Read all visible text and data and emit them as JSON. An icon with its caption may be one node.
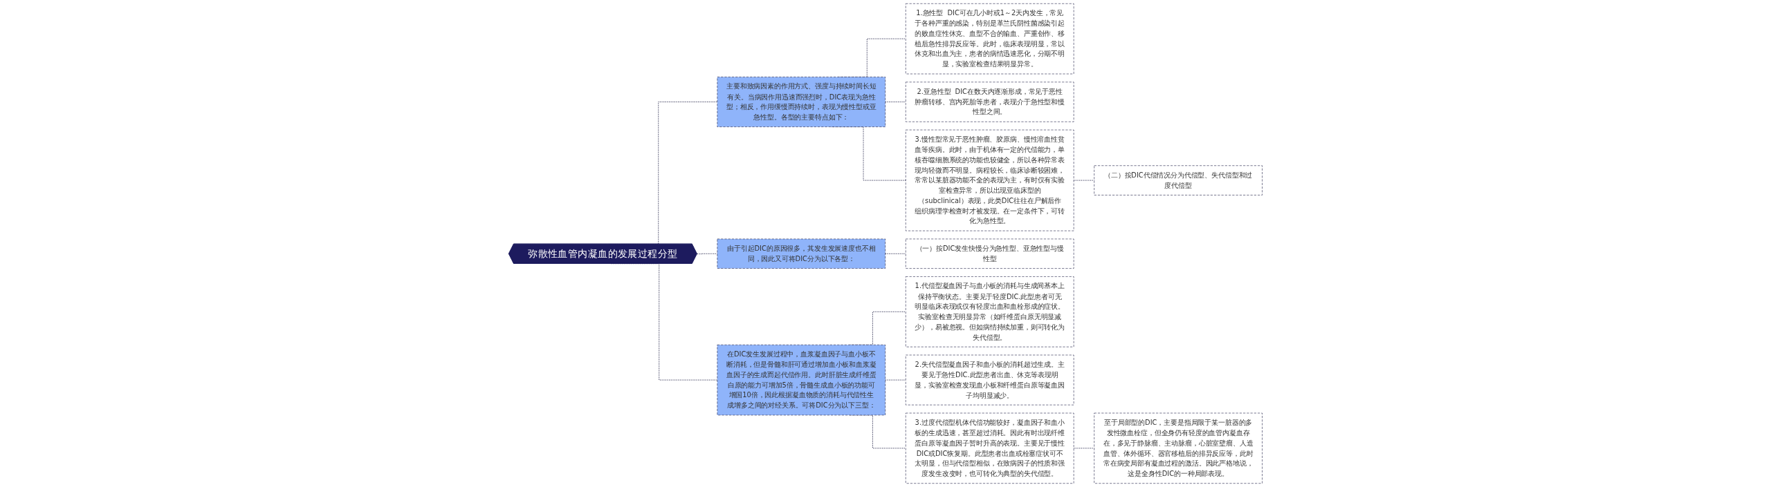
{
  "diagram": {
    "nodes": [
      {
        "text": [
          "弥散性血管内凝血的发展过程分型"
        ]
      },
      {
        "text": [
          "主要和致病因素的作用方式、强度与持续时间长短有关。当病因作用迅速而强烈时，DIC表现为急性型；相反，作用缓慢而持续时，表现为慢性型或亚急性型。各型的主要特点如下："
        ]
      },
      {
        "text": [
          "1.急性型  DIC可在几小时或1～2天内发生，常见于各种严重的感染，特别是革兰氏阴性菌感染引起的败血症性休克、血型不合的输血、严重创作、移植后急性排异反应等。此时，临床表现明显，常以休克和出血为主，患者的病情迅速恶化，分期不明显，实验室检查结果明显异常。"
        ]
      },
      {
        "text": [
          "2.亚急性型  DIC在数天内逐渐形成，常见于恶性肿瘤转移、宫内死胎等患者，表现介于急性型和慢性型之间。"
        ]
      },
      {
        "text": [
          "3.慢性型常见于恶性肿瘤、胶原病、慢性溶血性贫血等疾病。此时，由于机体有一定的代偿能力，单核吞噬细胞系统的功能也较健全，所以各种异常表现均轻微而不明显。病程较长，临床诊断较困难，常常以某脏器功能不全的表现为主，有时仅有实验室检查异常，所以出现亚临床型的（subclinical）表现，此类DIC往往在尸解后作组织病理学检查时才被发现。在一定条件下，可转化为急性型。"
        ]
      },
      {
        "text": [
          "（二）按DIC代偿情况分为代偿型、失代偿型和过度代偿型"
        ]
      },
      {
        "text": [
          "由于引起DIC的原因很多，其发生发展速度也不相同，因此又可将DIC分为以下各型："
        ]
      },
      {
        "text": [
          "（一）按DIC发生快慢分为急性型、亚急性型与慢性型"
        ]
      },
      {
        "text": [
          "在DIC发生发展过程中，血浆凝血因子与血小板不断消耗，但是骨髓和肝可通过增加血小板和血浆凝血因子的生成而起代偿作用。此时肝脏生成纤维蛋白原的能力可增加5倍，骨髓生成血小板的功能可增国10倍，因此根据凝血物质的消耗与代偿性生成增多之间的对经关系。可将DIC分为以下三型："
        ]
      },
      {
        "text": [
          "1.代偿型凝血因子与血小板的消耗与生成间基本上保持平衡状态。主要见于轻度DIC.此型患者可无明显临床表现或仅有轻度出血和血栓形成的症状。实验室检查无明显异常（如纤维蛋白原无明显减少），易被忽视。但如病情持续加重，则可转化为失代偿型。"
        ]
      },
      {
        "text": [
          "2.失代偿型凝血因子和血小板的消耗超过生成。主要见于急性DIC.此型患者出血、休克等表现明显，实验室检查发现血小板和纤维蛋白原等凝血因子均明显减少。"
        ]
      },
      {
        "text": [
          "3.过度代偿型机体代偿功能较好，凝血因子和血小板的生成迅速，甚至超过消耗。因此有时出现纤维蛋白原等凝血因子暂时升高的表现。主要见于慢性DIC或DIC恢复期。此型患者出血或栓塞症状可不太明显，但与代偿型相似，在致病因子的性质和强度发生改变时，也可转化为典型的失代偿型。"
        ]
      },
      {
        "text": [
          "至于局部型的DIC，主要是指局限于某一脏器的多发性微血栓症，但全身仍有轻度的血管内凝血存在，多见于静脉瘤、主动脉瘤，心脏室壁瘤、人造血管、体外循环、器官移植后的排异反应等，此时常在病变局部有凝血过程的激活。因此严格地说，这是全身性DIC的一种局部表现。"
        ]
      }
    ],
    "edges": [
      {
        "from": 0,
        "to": 1,
        "arrow": "none",
        "style": "dashed"
      },
      {
        "from": 1,
        "to": 2,
        "arrow": "none",
        "style": "dashed"
      },
      {
        "from": 1,
        "to": 3,
        "arrow": "none",
        "style": "dashed"
      },
      {
        "from": 1,
        "to": 4,
        "arrow": "none",
        "style": "dashed"
      },
      {
        "from": 4,
        "to": 5,
        "arrow": "none",
        "style": "dashed"
      },
      {
        "from": 0,
        "to": 6,
        "arrow": "none",
        "style": "dashed"
      },
      {
        "from": 6,
        "to": 7,
        "arrow": "none",
        "style": "dashed"
      },
      {
        "from": 0,
        "to": 8,
        "arrow": "none",
        "style": "dashed"
      },
      {
        "from": 8,
        "to": 9,
        "arrow": "none",
        "style": "dashed"
      },
      {
        "from": 8,
        "to": 10,
        "arrow": "none",
        "style": "dashed"
      },
      {
        "from": 8,
        "to": 11,
        "arrow": "none",
        "style": "dashed"
      },
      {
        "from": 11,
        "to": 12,
        "arrow": "none",
        "style": "dashed"
      }
    ]
  }
}
